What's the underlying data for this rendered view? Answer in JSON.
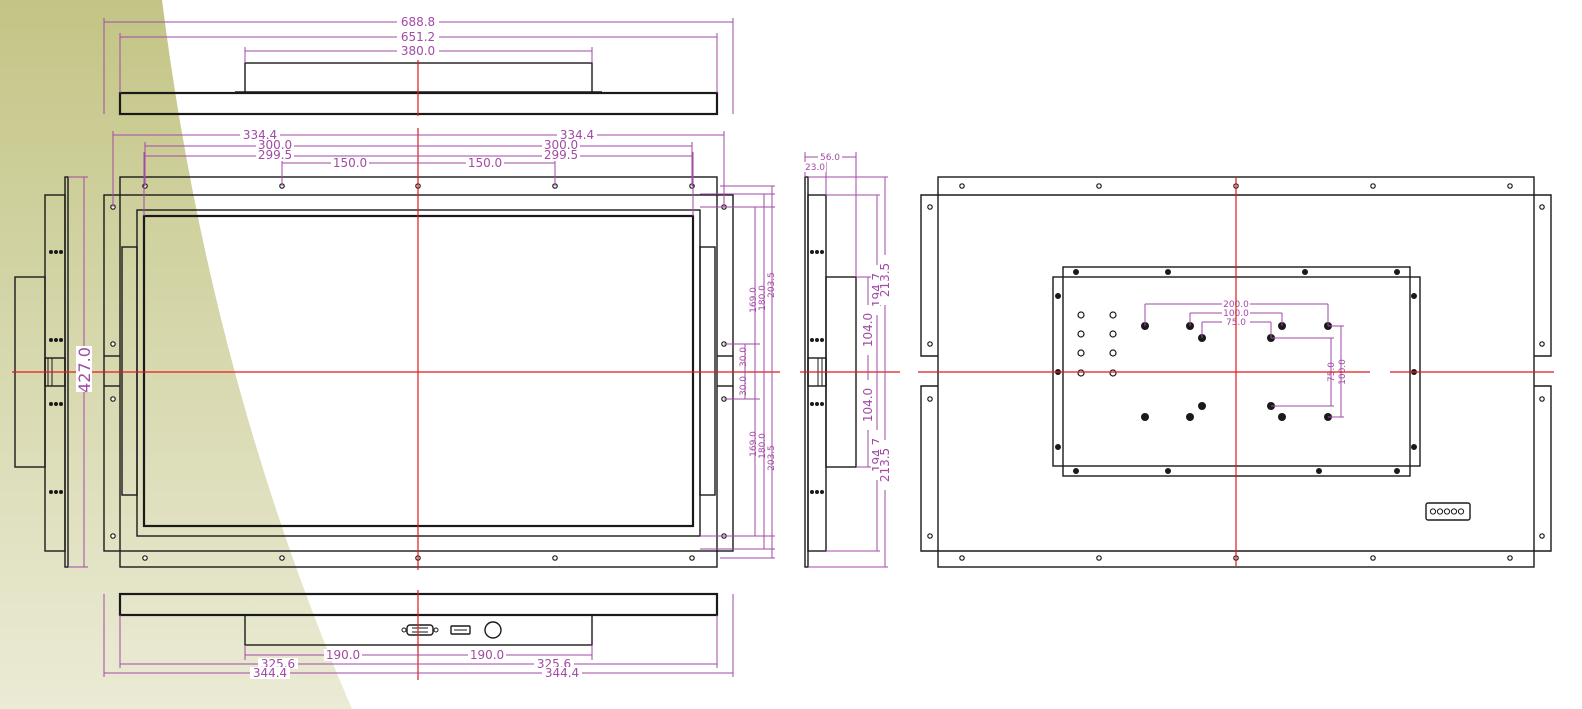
{
  "colors": {
    "dimension": "#a24aa6",
    "centerline": "#e01b1b",
    "outline": "#1a1a1a",
    "background_tint": "#c9cc93"
  },
  "top_view": {
    "overall_width": "688.8",
    "bezel_width": "651.2",
    "box_width": "380.0"
  },
  "front_view": {
    "half_width_left": "334.4",
    "half_width_right": "334.4",
    "hole_span_left": "300.0",
    "hole_span_right": "300.0",
    "glass_half_left": "299.5",
    "glass_half_right": "299.5",
    "hole_pitch_left": "150.0",
    "hole_pitch_right": "150.0",
    "overall_height": "427.0",
    "upper_169": "169.0",
    "upper_180": "180.0",
    "upper_203": "203.5",
    "mid_upper": "30.0",
    "mid_lower": "30.0",
    "lower_169": "169.0",
    "lower_180": "180.0",
    "lower_203": "203.5"
  },
  "side_view": {
    "depth_total": "56.0",
    "depth_bezel": "23.0",
    "upper_104": "104.0",
    "upper_194": "194.7",
    "upper_213": "213.5",
    "lower_104": "104.0",
    "lower_194": "194.7",
    "lower_213": "213.5"
  },
  "bottom_view": {
    "box_half_left": "190.0",
    "box_half_right": "190.0",
    "bezel_half_left": "325.6",
    "bezel_half_right": "325.6",
    "overall_half_left": "344.4",
    "overall_half_right": "344.4"
  },
  "rear_view": {
    "vesa_200": "200.0",
    "vesa_100": "100.0",
    "vesa_75": "75.0",
    "vesa_v75": "75.0",
    "vesa_v100": "100.0"
  }
}
